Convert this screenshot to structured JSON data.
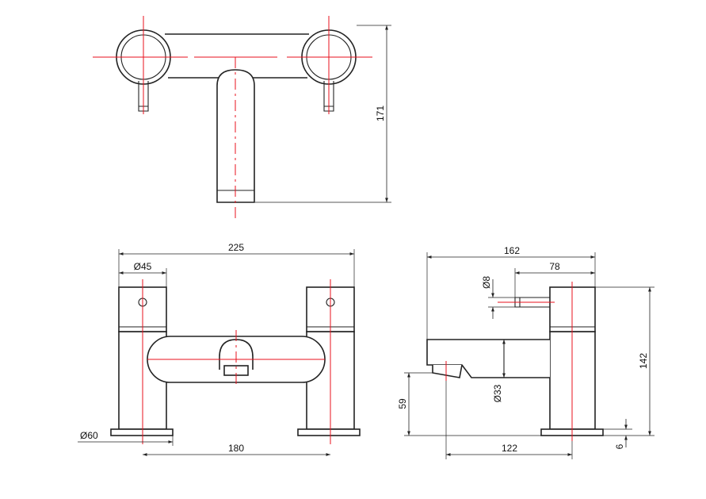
{
  "dimensions": {
    "top_height": "171",
    "front_overall_width": "225",
    "front_handle_diameter": "Ø45",
    "front_base_diameter": "Ø60",
    "front_center_distance": "180",
    "side_overall_depth": "162",
    "side_handle_offset": "78",
    "side_lever_diameter": "Ø8",
    "side_spout_diameter": "Ø33",
    "side_spout_height": "59",
    "side_total_height": "142",
    "side_base_thickness": "6",
    "side_spout_reach": "122"
  },
  "colors": {
    "outline": "#222222",
    "centerline": "#e8101c"
  }
}
